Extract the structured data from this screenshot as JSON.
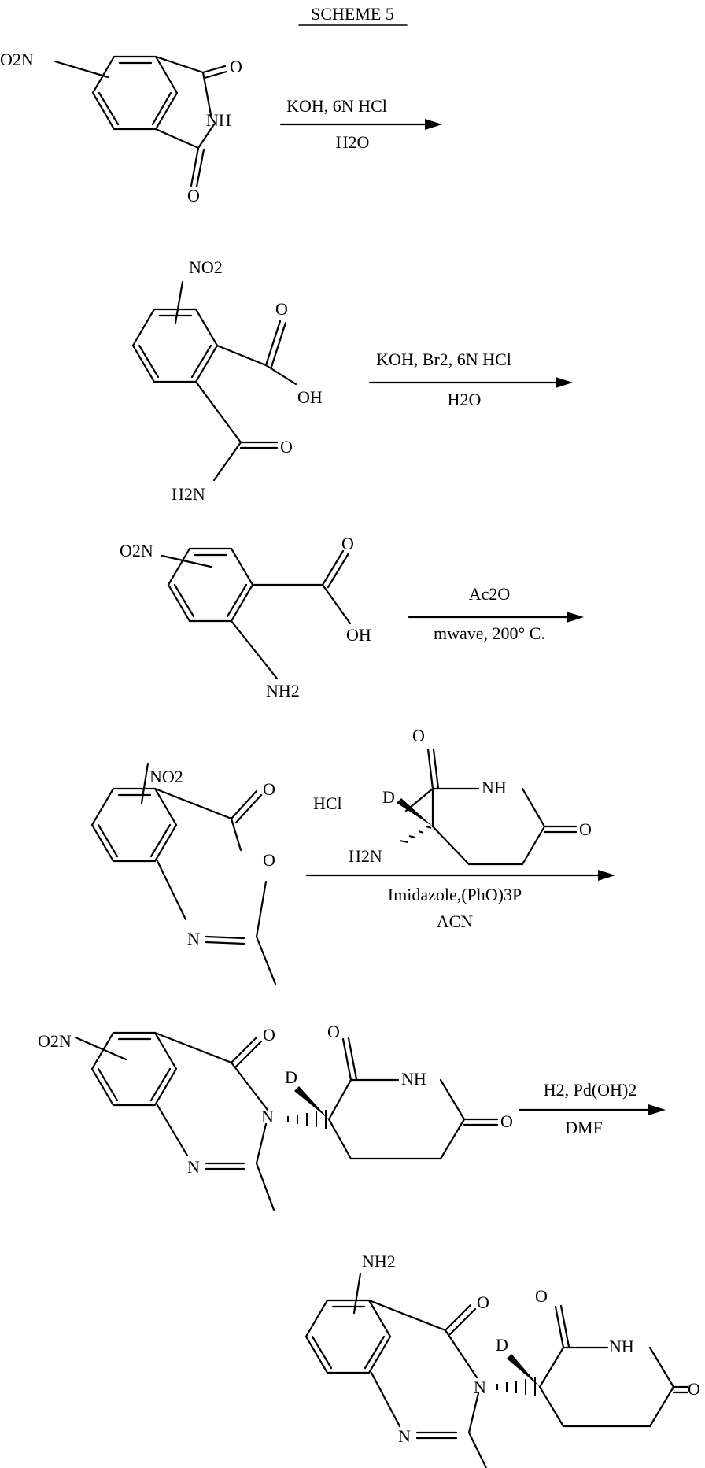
{
  "title": "SCHEME 5",
  "atom_labels": {
    "o2n": "O2N",
    "no2": "NO2",
    "o": "O",
    "nh": "NH",
    "n": "N",
    "oh": "OH",
    "h2n": "H2N",
    "nh2": "NH2",
    "d": "D",
    "hcl": "HCl"
  },
  "steps": [
    {
      "above": "KOH, 6N HCl",
      "below": "H2O"
    },
    {
      "above": "KOH, Br2, 6N HCl",
      "below": "H2O"
    },
    {
      "above": "Ac2O",
      "below": "mwave, 200° C."
    },
    {
      "above": "HCl",
      "below_1": "Imidazole,(PhO)3P",
      "below_2": "ACN"
    },
    {
      "above": "H2, Pd(OH)2",
      "below": "DMF"
    }
  ],
  "colors": {
    "ink": "#000000",
    "background": "#ffffff"
  }
}
